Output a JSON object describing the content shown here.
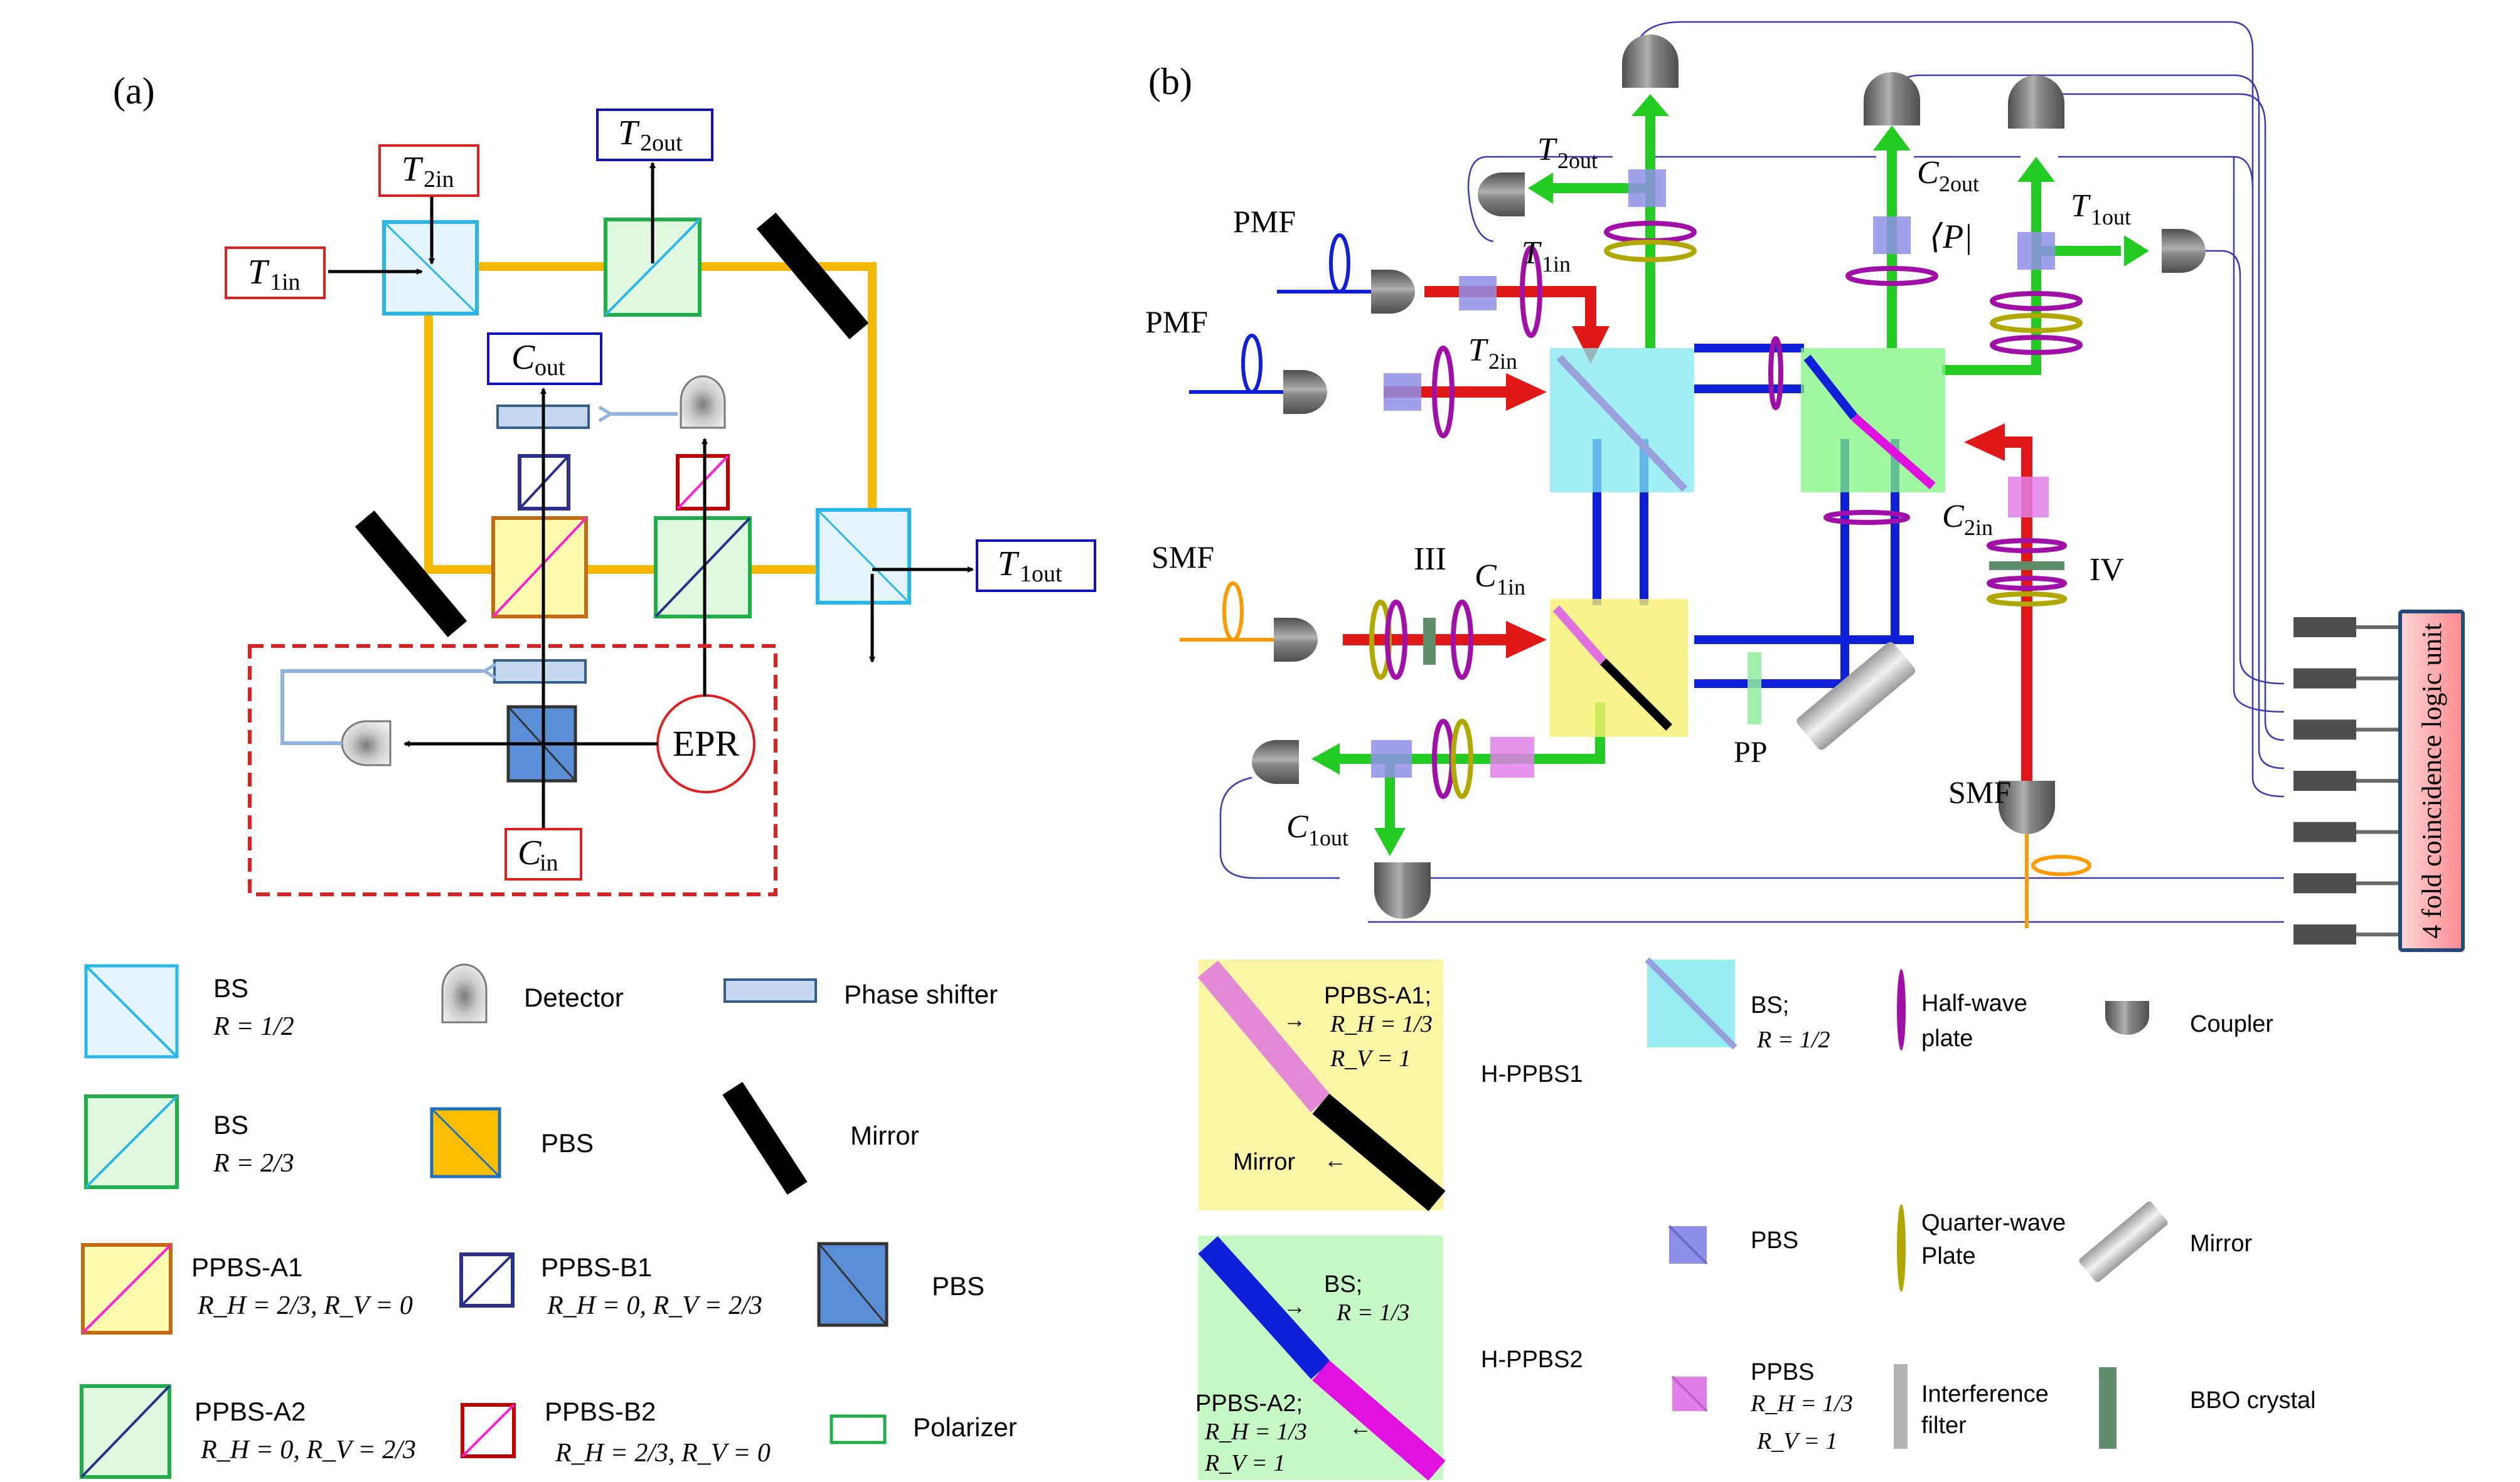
{
  "panel_a": {
    "label": "(a)",
    "ports": {
      "t1in": {
        "main": "T",
        "sub": "1in"
      },
      "t2in": {
        "main": "T",
        "sub": "2in"
      },
      "t2out": {
        "main": "T",
        "sub": "2out"
      },
      "cout": {
        "main": "C",
        "sub": "out"
      },
      "t1out": {
        "main": "T",
        "sub": "1out"
      },
      "cin": {
        "main": "C",
        "sub": "in"
      }
    },
    "epr": "EPR",
    "colors": {
      "input_box": "#e02020",
      "output_box": "#1010c0",
      "loop": "#f5b800",
      "dashed_box": "#e02020"
    }
  },
  "legend_a": {
    "bs_half": {
      "title": "BS",
      "param": "R = 1/2"
    },
    "detector": "Detector",
    "phase_shifter": "Phase shifter",
    "bs_twothird": {
      "title": "BS",
      "param": "R = 2/3"
    },
    "pbs_yellow": "PBS",
    "mirror": "Mirror",
    "ppbs_a1": {
      "title": "PPBS-A1",
      "param": "R_H = 2/3, R_V = 0"
    },
    "ppbs_b1": {
      "title": "PPBS-B1",
      "param": "R_H = 0, R_V = 2/3"
    },
    "pbs_blue": "PBS",
    "ppbs_a2": {
      "title": "PPBS-A2",
      "param": "R_H = 0, R_V = 2/3"
    },
    "ppbs_b2": {
      "title": "PPBS-B2",
      "param": "R_H = 2/3, R_V = 0"
    },
    "polarizer": "Polarizer"
  },
  "panel_b": {
    "label": "(b)",
    "labels": {
      "t2out": {
        "main": "T",
        "sub": "2out"
      },
      "t1in": {
        "main": "T",
        "sub": "1in"
      },
      "t2in": {
        "main": "T",
        "sub": "2in"
      },
      "c2out": {
        "main": "C",
        "sub": "2out"
      },
      "p_bra": "⟨P|",
      "t1out": {
        "main": "T",
        "sub": "1out"
      },
      "c2in": {
        "main": "C",
        "sub": "2in"
      },
      "iv": "IV",
      "iii": "III",
      "c1in": {
        "main": "C",
        "sub": "1in"
      },
      "c1out": {
        "main": "C",
        "sub": "1out"
      },
      "pp": "PP",
      "pmf1": "PMF",
      "pmf2": "PMF",
      "smf1": "SMF",
      "smf2": "SMF"
    },
    "logic_unit": "4 fold coincidence logic unit",
    "channel_count": 7
  },
  "legend_b": {
    "h_ppbs1": {
      "name": "H-PPBS1",
      "upper": {
        "title": "PPBS-A1;",
        "line1": "R_H = 1/3",
        "line2": "R_V = 1"
      },
      "lower": "Mirror"
    },
    "h_ppbs2": {
      "name": "H-PPBS2",
      "upper": {
        "title": "BS;",
        "line1": "R = 1/3"
      },
      "lower": {
        "title": "PPBS-A2;",
        "line1": "R_H = 1/3",
        "line2": "R_V = 1"
      }
    },
    "bs": {
      "title": "BS;",
      "param": "R = 1/2"
    },
    "half_wave": {
      "line1": "Half-wave",
      "line2": "plate"
    },
    "coupler": "Coupler",
    "pbs": "PBS",
    "quarter_wave": {
      "line1": "Quarter-wave",
      "line2": "Plate"
    },
    "mirror": "Mirror",
    "ppbs": {
      "title": "PPBS",
      "line1": "R_H = 1/3",
      "line2": "R_V = 1"
    },
    "interference": {
      "line1": "Interference",
      "line2": "filter"
    },
    "bbo": "BBO crystal"
  }
}
